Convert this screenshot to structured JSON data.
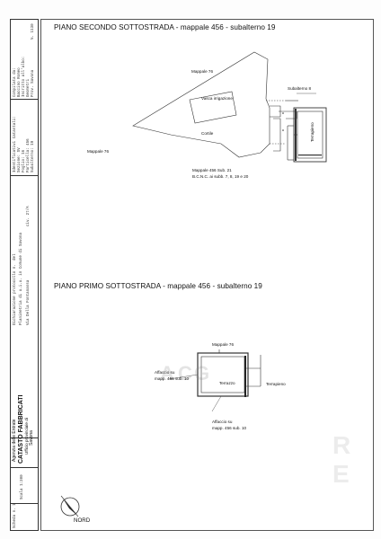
{
  "left_panel": {
    "agency_line1": "Agenzia delle Entrate",
    "agency_line2": "CATASTO FABBRICATI",
    "agency_line3": "Ufficio provinciale di",
    "agency_line4": "Savona",
    "dichiarazione": "Dichiarazione protocollo n.",
    "del": "del",
    "planimetria": "Planimetria di u.i.u. in Comune di Savona",
    "address": "Via Della Fontanassa",
    "civ": "civ. 27/A",
    "identificativi": "Identificativi Catastali:",
    "sezione": "Sezione: SV",
    "foglio": "Foglio: 16",
    "particella": "Particella: 456",
    "subalterno": "Subalterno: 19",
    "compilata": "Compilata da:",
    "compilata_name1": "Baccino Romeo",
    "iscritto": "Iscritto all'albo:",
    "iscritto_val": "Geometri",
    "prov": "Prov. Savona",
    "n_val": "N. 1130",
    "scheda": "Scheda n. 1",
    "scala": "Scala 1:200"
  },
  "plan1": {
    "title": "PIANO SECONDO SOTTOSTRADA - mappale 456 - subalterno 19",
    "labels": {
      "mappale76_top": "Mappale 76",
      "vasca": "Vasca irrigazione",
      "subalterno8": "Subalterno 8",
      "mappale76_left": "Mappale 76",
      "cortile": "Cortile",
      "terrapieno": "Terrapieno",
      "sub21_line1": "Mappale 456 Sub. 21",
      "sub21_line2": "B.C.N.C. ai subb. 7, 8, 19 e 20"
    }
  },
  "plan2": {
    "title": "PIANO PRIMO SOTTOSTRADA - mappale 456 - subalterno 19",
    "labels": {
      "mappale76": "Mappale 76",
      "affaccio_left_1": "Affaccio su",
      "affaccio_left_2": "mapp. 456 sub. 10",
      "terrazzo": "Terrazzo",
      "terrapieno": "Terrapieno",
      "affaccio_bottom_1": "Affaccio su",
      "affaccio_bottom_2": "mapp. 456 sub. 10"
    }
  },
  "north": {
    "label": "NORD"
  }
}
